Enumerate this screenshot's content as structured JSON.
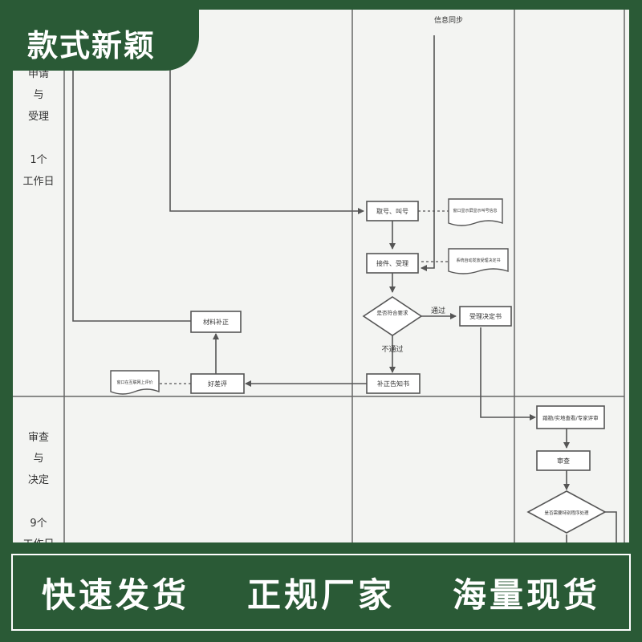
{
  "badge": {
    "text": "款式新颖"
  },
  "diagram": {
    "phases": [
      {
        "label_lines": [
          "申请",
          "与",
          "受理"
        ],
        "duration_lines": [
          "1个",
          "工作日"
        ]
      },
      {
        "label_lines": [
          "审查",
          "与",
          "决定"
        ],
        "duration_lines": [
          "9个",
          "工作日"
        ]
      }
    ],
    "nodes": {
      "info_sync": "信息同步",
      "take_number": "取号、叫号",
      "window_accept": "接件、受理",
      "materials_complete": "是否符合要求",
      "supplement_materials": "材料补正",
      "pass": "通过",
      "not_pass": "不通过",
      "accept_decision": "受理决定书",
      "supplement_notice": "补正告知书",
      "good_review": "好差评",
      "site_check": "踏勘/实地查看/专家评审",
      "review": "审查",
      "compliance": "是否需要特别程序处理"
    },
    "notes": {
      "window_note": "窗口显示屏显示叫号信息",
      "accept_note": "系统自动发放受理决定书",
      "review_note": "窗口在互联网上评价"
    }
  },
  "banner": {
    "slogans": [
      "快速发货",
      "正规厂家",
      "海量现货"
    ]
  },
  "colors": {
    "brand_green": "#2a5a36",
    "paper": "#f3f4f2",
    "line": "#555555"
  }
}
